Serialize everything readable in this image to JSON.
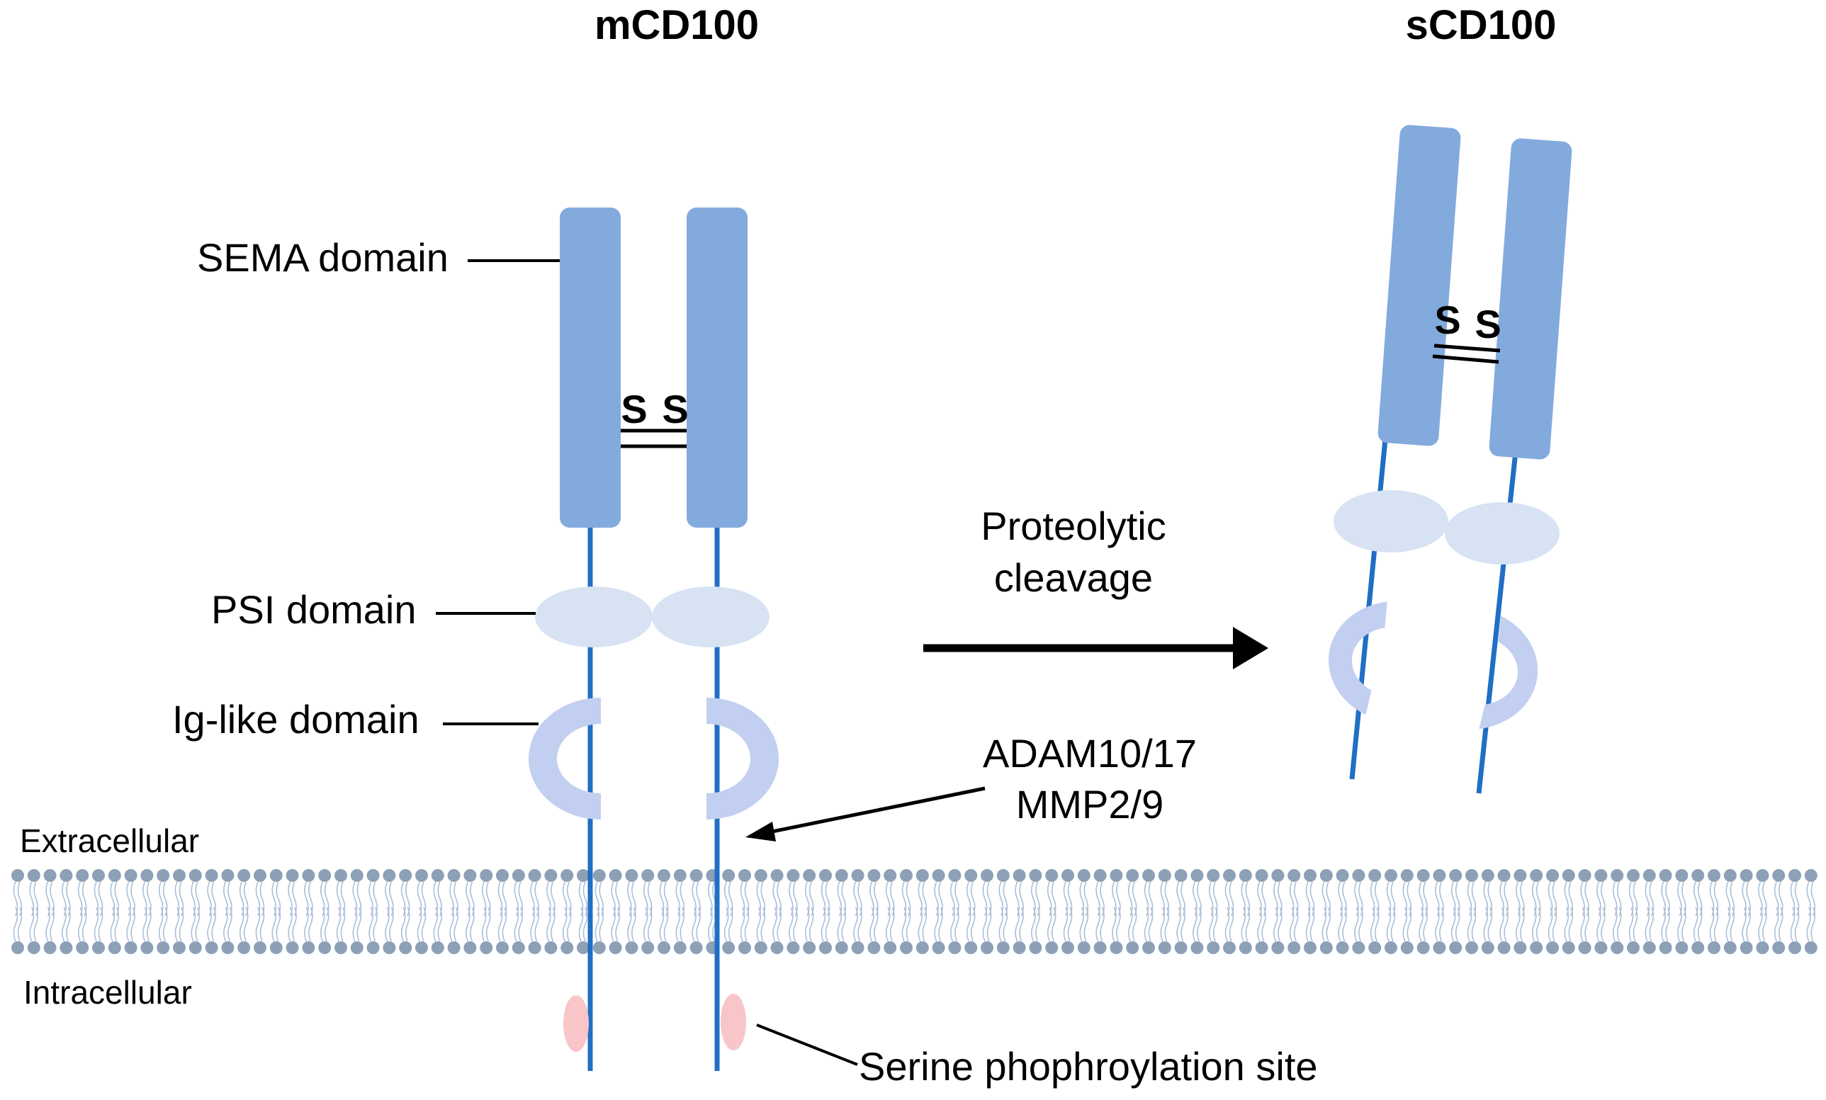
{
  "titles": {
    "membrane_form": "mCD100",
    "soluble_form": "sCD100"
  },
  "domain_labels": {
    "sema": "SEMA domain",
    "psi": "PSI domain",
    "ig_like": "Ig-like domain"
  },
  "disulfide_bond": {
    "left_s": "S",
    "right_s": "S"
  },
  "process": {
    "line1": "Proteolytic",
    "line2": "cleavage"
  },
  "enzymes": {
    "line1": "ADAM10/17",
    "line2": "MMP2/9"
  },
  "membrane": {
    "outside_label": "Extracellular",
    "inside_label": "Intracellular"
  },
  "phospho_site": "Serine phophroylation site",
  "colors": {
    "sema": "#83aadd",
    "psi": "#d7e3f3",
    "ig": "#c2cff0",
    "stalk": "#1f6fc5",
    "lipid_head": "#8da0b5",
    "lipid_tail": "#a9bfd8",
    "phospho": "#f8c5c8"
  }
}
